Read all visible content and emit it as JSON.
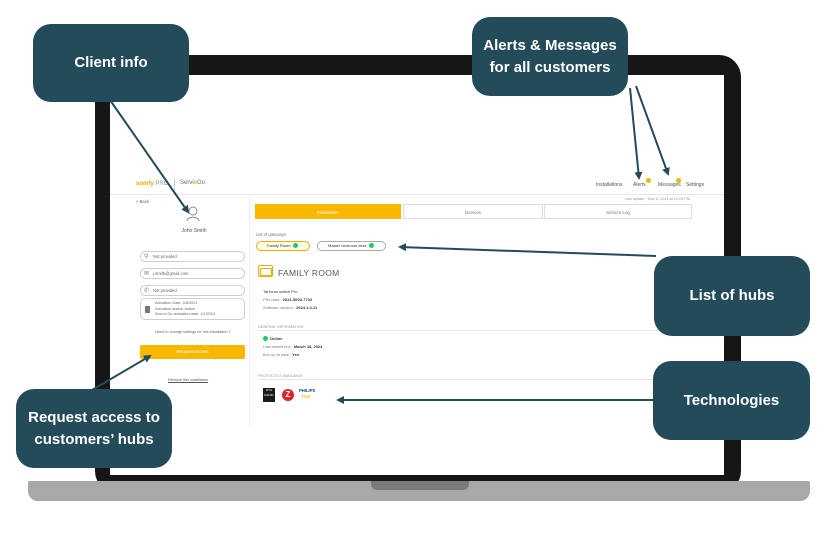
{
  "callouts": {
    "client_info": "Client info",
    "alerts_line1": "Alerts & Messages",
    "alerts_line2": "for all customers",
    "list_of_hubs": "List of hubs",
    "request_line1": "Request access to",
    "request_line2": "customers’ hubs",
    "technologies": "Technologies"
  },
  "app": {
    "logo": "somfy",
    "logo_suffix": "PRO",
    "product_prefix": "Servi",
    "product_mid": "e",
    "product_suffix": "Go",
    "nav": {
      "installations": "Installations",
      "alerts": "Alerts",
      "messages": "Messages",
      "settings": "Settings"
    },
    "last_update": "Last update : May 5, 2024 at 12:09 PM"
  },
  "client": {
    "back": "< Back",
    "name": "John Smith",
    "phone": "Not provided",
    "email": "j.smith@gmail.com",
    "mobile": "Not provided",
    "activation_date": "Activation Date: 4/6/2021",
    "activation_status": "Activation status: Active",
    "serv_activation": "Serv-e-Go activation date: 1/1/2024",
    "need_text": "Need to change settings for this installation ?",
    "request_button": "Request Access",
    "remove_link": "Remove this installation"
  },
  "tabs": [
    "Installation",
    "Devices",
    "Service Log"
  ],
  "gateways": {
    "label": "List of gateways",
    "items": [
      "Family Room",
      "Master bedroom desk"
    ]
  },
  "room": {
    "title": "FAMILY ROOM",
    "device": "TaHoma switch Pro",
    "pin_label": "PIN code :",
    "pin_value": "2021-5003-7732",
    "software_label": "Software version :",
    "software_value": "2024.1.4-11"
  },
  "general": {
    "header": "GENERAL INFORMATION",
    "status": "Online",
    "restart_label": "Last restart box :",
    "restart_value": "March 18, 2024",
    "uptodate_label": "Box up to date :",
    "uptodate_value": "Yes"
  },
  "protocols": {
    "header": "PROTOCOLS AVAILABLE",
    "rts": "RTS",
    "rts_sub": "RADIO",
    "zwave": "Z",
    "philips": "PHILIPS",
    "hue": "hue"
  },
  "colors": {
    "callout": "#244b5a",
    "accent": "#f9b800",
    "online": "#24c76a",
    "laptop": "#161616"
  }
}
